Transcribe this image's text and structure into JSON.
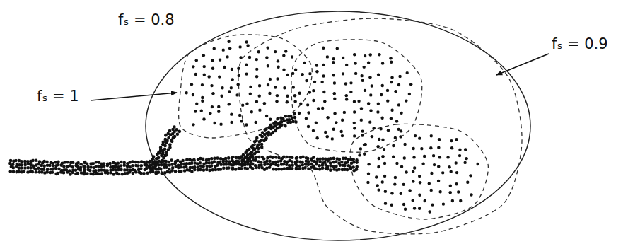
{
  "diagram": {
    "labels": [
      "fₛ = 0.8",
      "fₛ = 1",
      "fₛ = 0.9"
    ]
  }
}
